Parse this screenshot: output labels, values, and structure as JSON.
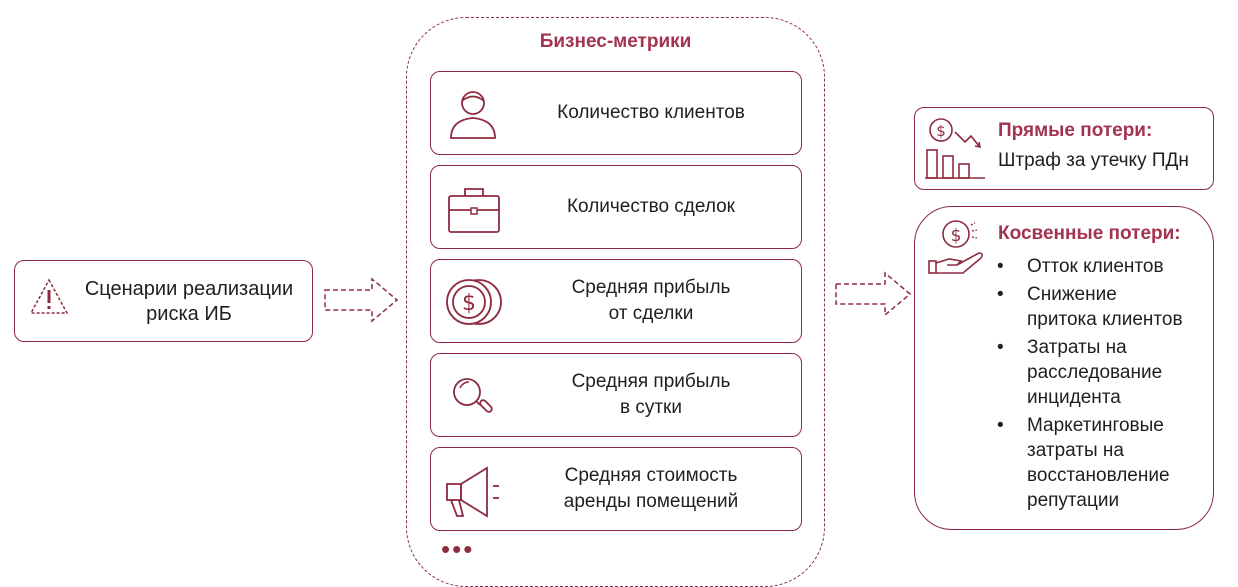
{
  "scenario": {
    "label": "Сценарии реализации риска ИБ",
    "icon": "warning-icon"
  },
  "metrics": {
    "title": "Бизнес-метрики",
    "items": [
      {
        "label": "Количество клиентов",
        "icon": "person-icon"
      },
      {
        "label": "Количество сделок",
        "icon": "briefcase-icon"
      },
      {
        "label": "Средняя прибыль\nот сделки",
        "icon": "coin-icon"
      },
      {
        "label": "Средняя прибыль\nв сутки",
        "icon": "magnifier-icon"
      },
      {
        "label": "Средняя стоимость\nаренды помещений",
        "icon": "megaphone-icon"
      }
    ],
    "more": "•••"
  },
  "direct_losses": {
    "title": "Прямые потери:",
    "text": "Штраф за утечку ПДн",
    "icon": "falling-chart-icon"
  },
  "indirect_losses": {
    "title": "Косвенные потери:",
    "icon": "hand-coin-icon",
    "items": [
      "Отток клиентов",
      "Снижение\nпритока клиентов",
      "Затраты на\nрасследование\nинцидента",
      "Маркетинговые\nзатраты на\nвосстановление\nрепутации"
    ]
  },
  "colors": {
    "accent": "#8e2b40",
    "title": "#a3344f"
  }
}
